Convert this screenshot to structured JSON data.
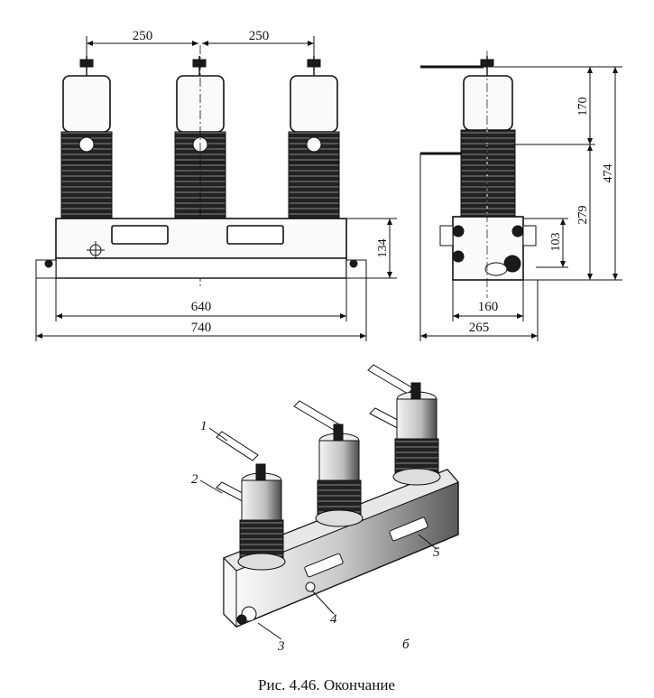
{
  "front_view": {
    "dim_pitch_left": "250",
    "dim_pitch_right": "250",
    "dim_height": "134",
    "dim_inner_width": "640",
    "dim_overall_width": "740"
  },
  "side_view": {
    "dim_top": "170",
    "dim_overall_height": "474",
    "dim_mid": "279",
    "dim_small": "103",
    "dim_base": "160",
    "dim_total_depth": "265"
  },
  "isometric_view": {
    "callouts": [
      "1",
      "2",
      "3",
      "4",
      "5"
    ],
    "view_letter": "б"
  },
  "caption": "Рис. 4.46. Окончание"
}
